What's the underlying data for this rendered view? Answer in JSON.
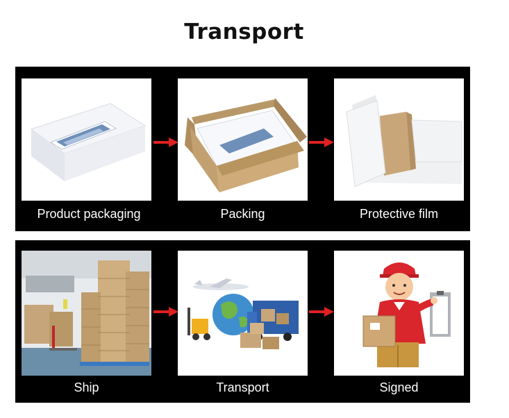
{
  "title": "Transport",
  "steps": [
    {
      "label": "Product packaging",
      "icon": "product-box-image"
    },
    {
      "label": "Packing",
      "icon": "cardboard-box-image"
    },
    {
      "label": "Protective film",
      "icon": "protective-film-image"
    },
    {
      "label": "Ship",
      "icon": "warehouse-image"
    },
    {
      "label": "Transport",
      "icon": "logistics-image"
    },
    {
      "label": "Signed",
      "icon": "courier-image"
    }
  ],
  "colors": {
    "panel": "#000000",
    "arrow": "#e02020",
    "label_text": "#ffffff"
  }
}
